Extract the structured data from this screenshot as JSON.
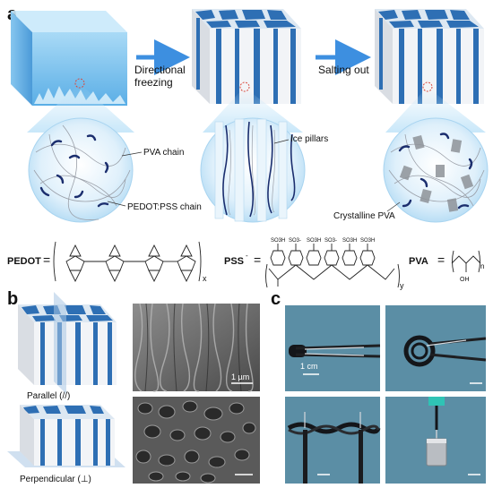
{
  "panels": {
    "a": "a",
    "b": "b",
    "c": "c"
  },
  "process": {
    "step1": {
      "line1": "Directional",
      "line2": "freezing"
    },
    "step2": "Salting out"
  },
  "callouts": {
    "pva_chain": "PVA chain",
    "pedot_pss_chain": "PEDOT:PSS chain",
    "ice_pillars": "Ice pillars",
    "crystalline_pva": "Crystalline PVA"
  },
  "chemistry": {
    "pedot": {
      "name": "PEDOT",
      "eq": "=",
      "subscript": "x"
    },
    "pss": {
      "name": "PSS",
      "superscript": "-",
      "eq": "=",
      "subscript": "y",
      "groups": [
        "SO3H",
        "SO3-",
        "SO3H",
        "SO3-",
        "SO3H",
        "SO3H"
      ]
    },
    "pva": {
      "name": "PVA",
      "eq": "=",
      "subscript": "n",
      "group": "OH"
    }
  },
  "orientation": {
    "parallel": "Parallel (//)",
    "perpendicular": "Perpendicular (⊥)"
  },
  "scale_bars": {
    "sem": "1 µm",
    "photo": "1 cm"
  },
  "colors": {
    "ice_blue": "#7ec4ee",
    "channel_blue": "#2e6fb4",
    "arrow_blue": "#3d8fe0",
    "photo_bg": "#5b8ea5",
    "sem_gray": "#6b6b6b",
    "chain_dark": "#1b2e6e"
  }
}
